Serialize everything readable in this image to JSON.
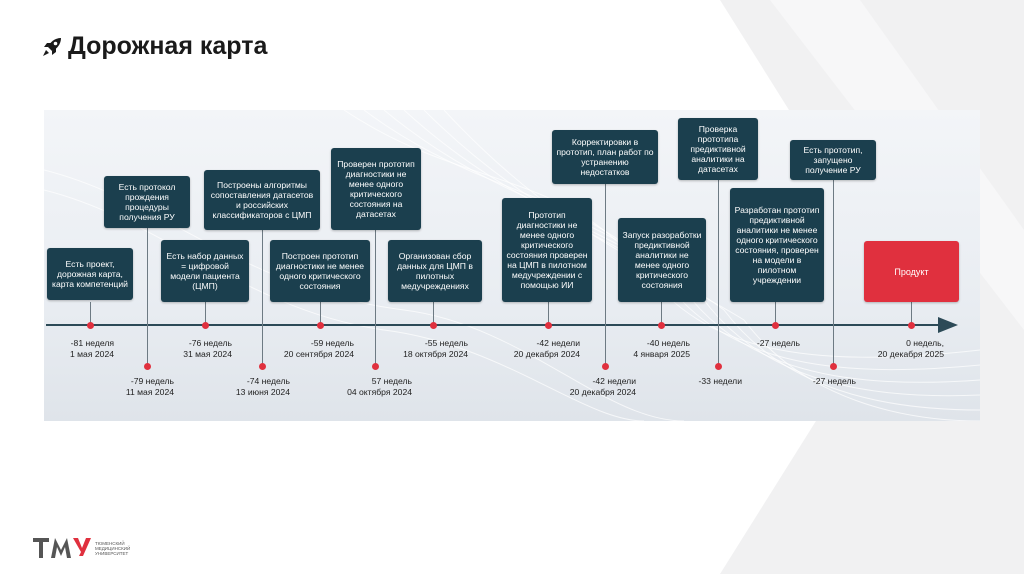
{
  "header": {
    "title": "Дорожная карта",
    "rocket_icon": "rocket-icon"
  },
  "colors": {
    "box": "#1b3f4e",
    "accent": "#e0303e",
    "axis": "#2c4a57"
  },
  "milestones_above": [
    {
      "id": "m1",
      "text": "Есть проект, дорожная карта, карта компетенций"
    },
    {
      "id": "m2",
      "text": "Есть протокол прождения процедуры получения РУ"
    },
    {
      "id": "m3",
      "text": "Есть набор данных = цифровой модели пациента (ЦМП)"
    },
    {
      "id": "m4",
      "text": "Построены алгоритмы сопоставления датасетов и российских классификаторов с ЦМП"
    },
    {
      "id": "m5",
      "text": "Построен прототип диагностики не менее одного критического состояния"
    },
    {
      "id": "m6",
      "text": "Проверен прототип диагностики не менее одного критического состояния на датасетах"
    },
    {
      "id": "m7",
      "text": "Организован сбор данных для ЦМП в пилотных медучреждениях"
    },
    {
      "id": "m8",
      "text": "Прототип диагностики не менее одного критического состояния проверен на ЦМП в пилотном медучреждении с помощью ИИ"
    },
    {
      "id": "m9",
      "text": "Корректировки в прототип, план работ по устранению недостатков"
    },
    {
      "id": "m10",
      "text": "Запуск разоработки предиктивной аналитики не менее одного критического состояния"
    },
    {
      "id": "m11",
      "text": "Проверка прототипа предиктивной аналитики на датасетах"
    },
    {
      "id": "m12",
      "text": "Разработан прототип предиктивной аналитики не менее одного критического состояния, проверен на модели в пилотном учреждении"
    },
    {
      "id": "m13",
      "text": "Есть прототип, запущено получение РУ"
    },
    {
      "id": "m14",
      "text": "Продукт"
    }
  ],
  "dates": [
    {
      "l1": "-81 неделя",
      "l2": "1 мая 2024"
    },
    {
      "l1": "-79 недель",
      "l2": "11 мая 2024"
    },
    {
      "l1": "-76 недель",
      "l2": "31 мая 2024"
    },
    {
      "l1": "-74 недель",
      "l2": "13 июня 2024"
    },
    {
      "l1": "-59 недель",
      "l2": "20 сентября 2024"
    },
    {
      "l1": "57 недель",
      "l2": "04 октября 2024"
    },
    {
      "l1": "-55 недель",
      "l2": "18 октября 2024"
    },
    {
      "l1": "-42 недели",
      "l2": "20 декабря 2024"
    },
    {
      "l1": "-42 недели",
      "l2": "20 декабря 2024"
    },
    {
      "l1": "-40 недель",
      "l2": "4 января 2025"
    },
    {
      "l1": "-33 недели",
      "l2": ""
    },
    {
      "l1": "-27 недель",
      "l2": ""
    },
    {
      "l1": "-27 недель",
      "l2": ""
    },
    {
      "l1": "0 недель,",
      "l2": "20 декабря 2025"
    }
  ],
  "logo": {
    "mark": "ТМУ",
    "caption": "ТЮМЕНСКИЙ МЕДИЦИНСКИЙ УНИВЕРСИТЕТ"
  }
}
